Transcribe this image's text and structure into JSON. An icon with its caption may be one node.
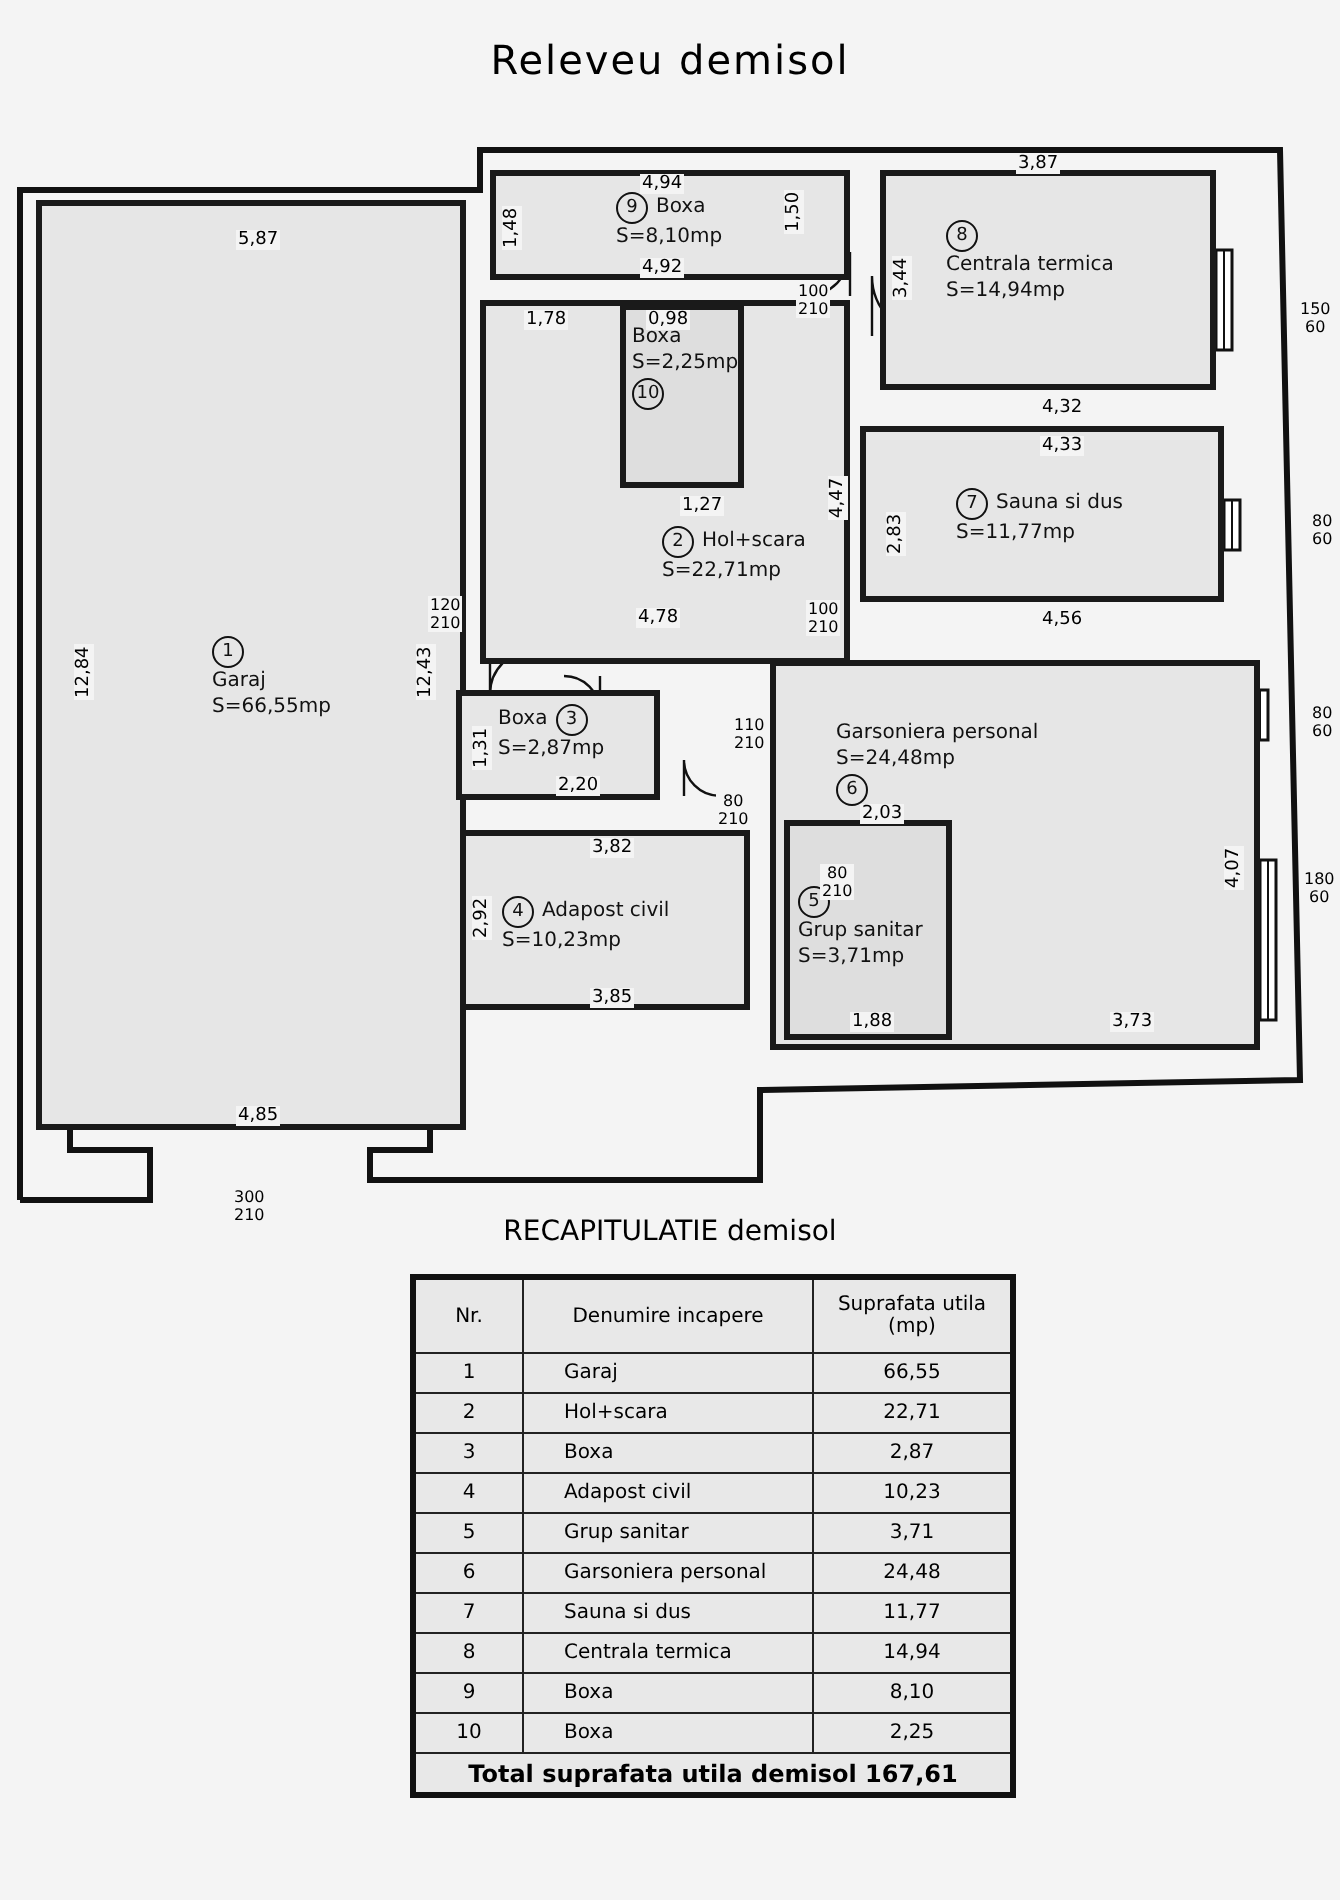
{
  "diagram": {
    "title": "Releveu demisol",
    "nodes": [
      {
        "text": [
          "9",
          "Boxa",
          "S=8,10mp"
        ]
      },
      {
        "text": [
          "8",
          "Centrala termica",
          "S=14,94mp"
        ]
      },
      {
        "text": [
          "2",
          "Hol+scara",
          "S=22,71mp"
        ]
      },
      {
        "text": [
          "Boxa",
          "S=2,25mp",
          "10"
        ],
        "in": 2
      },
      {
        "text": [
          "7",
          "Sauna si dus",
          "S=11,77mp"
        ]
      },
      {
        "text": [
          "1",
          "Garaj",
          "S=66,55mp"
        ]
      },
      {
        "text": [
          "Boxa",
          "3",
          "S=2,87mp"
        ]
      },
      {
        "text": [
          "Garsoniera personal",
          "S=24,48mp",
          "6"
        ]
      },
      {
        "text": [
          "5",
          "Grup sanitar",
          "S=3,71mp"
        ],
        "in": 7
      },
      {
        "text": [
          "4",
          "Adapost civil",
          "S=10,23mp"
        ]
      }
    ],
    "labels": [
      "4,94",
      "1,48",
      "4,92",
      "1,50",
      "3,87",
      "100 210",
      "3,44",
      "150 60",
      "4,32",
      "1,78",
      "0,98",
      "1,27",
      "4,47",
      "4,33",
      "2,83",
      "80 60",
      "4,78",
      "100 210",
      "4,56",
      "5,87",
      "12,84",
      "12,43",
      "120 210",
      "1,31",
      "2,20",
      "80 210",
      "3,82",
      "2,92",
      "3,85",
      "110 210",
      "2,03",
      "80 210",
      "1,88",
      "3,73",
      "4,07",
      "80 60",
      "180 60",
      "4,85",
      "300 210",
      "RECAPITULATIE demisol",
      "Nr.",
      "Denumire incapere",
      "Suprafata utila (mp)",
      "1",
      "Garaj",
      "66,55",
      "2",
      "Hol+scara",
      "22,71",
      "3",
      "Boxa",
      "2,87",
      "4",
      "Adapost civil",
      "10,23",
      "5",
      "Grup sanitar",
      "3,71",
      "6",
      "Garsoniera personal",
      "24,48",
      "7",
      "Sauna si dus",
      "11,77",
      "8",
      "Centrala termica",
      "14,94",
      "9",
      "Boxa",
      "8,10",
      "10",
      "Boxa",
      "2,25",
      "Total suprafata utila demisol 167,61"
    ]
  }
}
